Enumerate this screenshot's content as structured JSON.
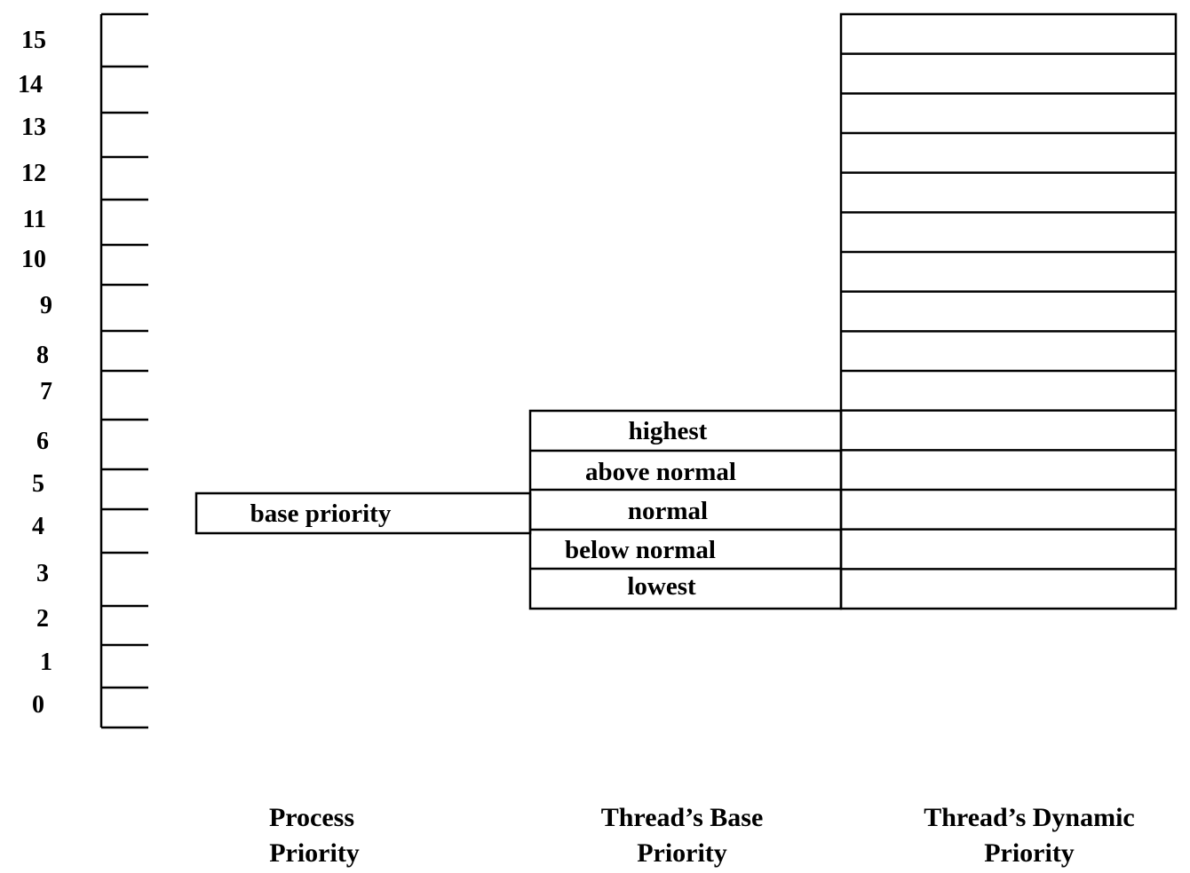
{
  "scale": {
    "levels": [
      "15",
      "14",
      "13",
      "12",
      "11",
      "10",
      "9",
      "8",
      "7",
      "6",
      "5",
      "4",
      "3",
      "2",
      "1",
      "0"
    ]
  },
  "process": {
    "base_label": "base priority",
    "caption_line1": "Process",
    "caption_line2": "Priority"
  },
  "thread_base": {
    "rows": [
      "highest",
      "above normal",
      "normal",
      "below normal",
      "lowest"
    ],
    "caption_line1": "Thread’s Base",
    "caption_line2": "Priority"
  },
  "thread_dynamic": {
    "caption_line1": "Thread’s Dynamic",
    "caption_line2": "Priority",
    "cell_count": 15
  }
}
